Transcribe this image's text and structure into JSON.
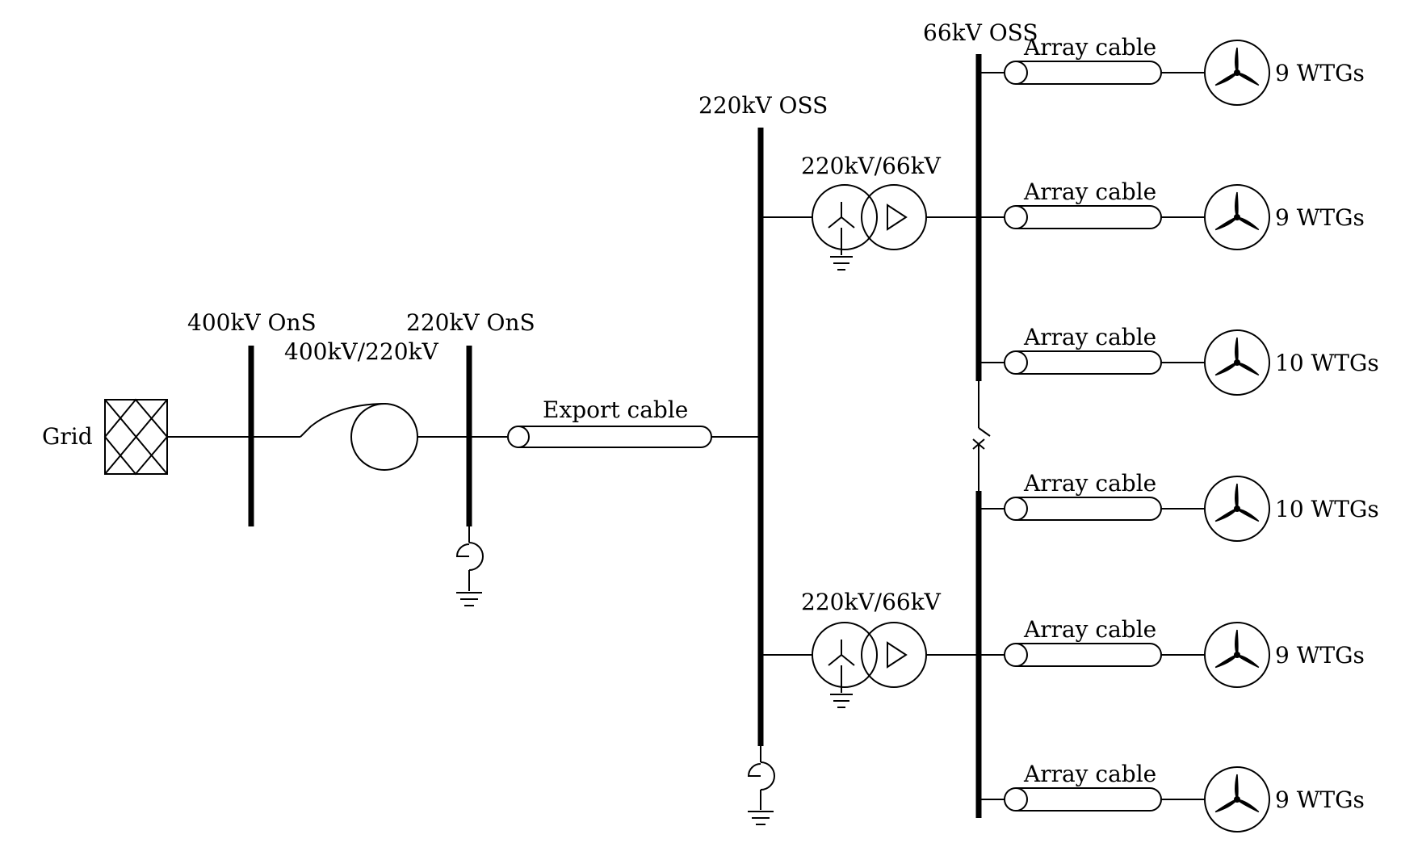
{
  "labels": {
    "grid": "Grid",
    "bus_400kv_ons": "400kV OnS",
    "bus_220kv_ons": "220kV OnS",
    "transformer_ons": "400kV/220kV",
    "export_cable": "Export cable",
    "bus_220kv_oss": "220kV OSS",
    "bus_66kv_oss": "66kV OSS",
    "transformer_oss_1": "220kV/66kV",
    "transformer_oss_2": "220kV/66kV"
  },
  "feeders": [
    {
      "cable": "Array cable",
      "wtgs": "9 WTGs"
    },
    {
      "cable": "Array cable",
      "wtgs": "9 WTGs"
    },
    {
      "cable": "Array cable",
      "wtgs": "10 WTGs"
    },
    {
      "cable": "Array cable",
      "wtgs": "10 WTGs"
    },
    {
      "cable": "Array cable",
      "wtgs": "9 WTGs"
    },
    {
      "cable": "Array cable",
      "wtgs": "9 WTGs"
    }
  ]
}
